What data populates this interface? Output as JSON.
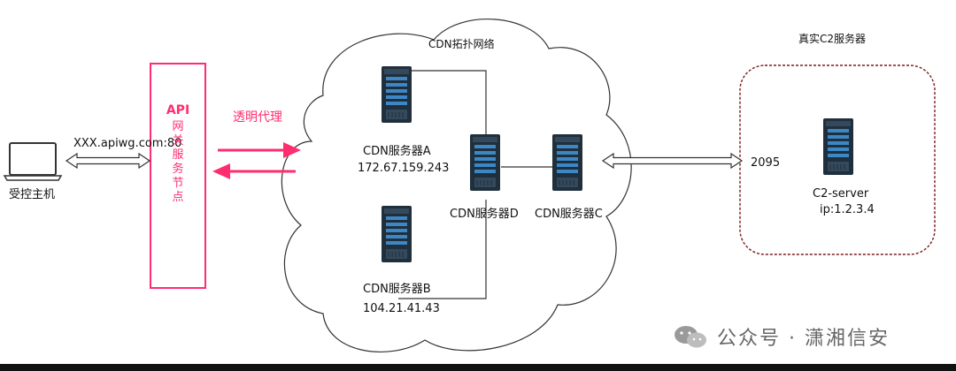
{
  "host": {
    "label": "受控主机"
  },
  "gateway_link": {
    "label": "XXX.apiwg.com:80"
  },
  "gateway": {
    "title": "API",
    "subtitle": "网关服务节点"
  },
  "proxy": {
    "label": "透明代理"
  },
  "cdn": {
    "title": "CDN拓扑网络",
    "server_a": {
      "name": "CDN服务器A",
      "ip": "172.67.159.243"
    },
    "server_b": {
      "name": "CDN服务器B",
      "ip": "104.21.41.43"
    },
    "server_c": {
      "name": "CDN服务器C"
    },
    "server_d": {
      "name": "CDN服务器D"
    }
  },
  "c2": {
    "title": "真实C2服务器",
    "port": "2095",
    "name": "C2-server",
    "ip": "ip:1.2.3.4"
  },
  "watermark": {
    "text": "公众号 · 潇湘信安"
  },
  "colors": {
    "accent": "#ff2d6f",
    "server": "#1f2f3c",
    "box_border": "#7a1a1a"
  }
}
